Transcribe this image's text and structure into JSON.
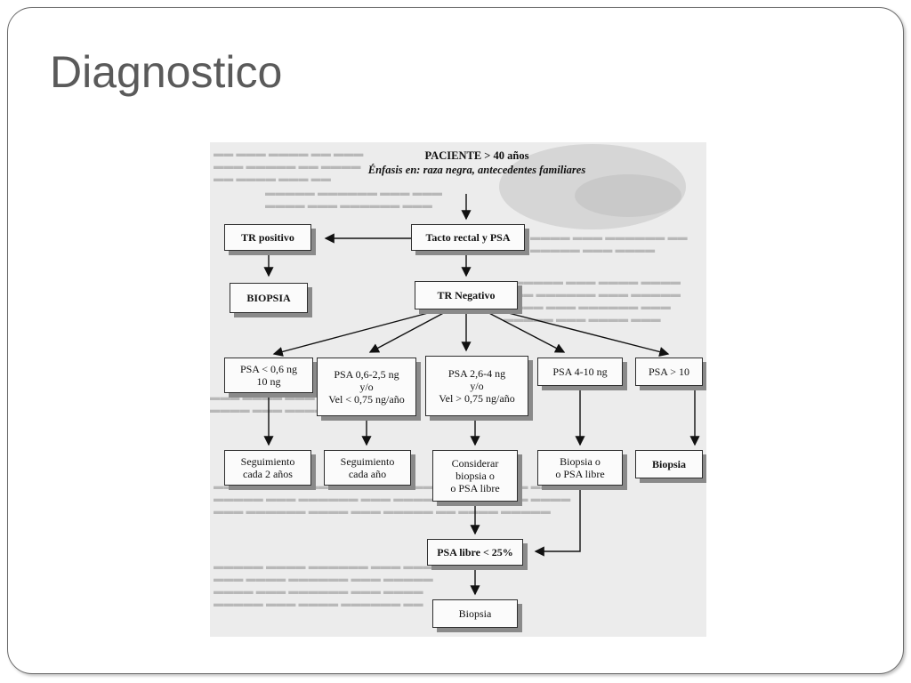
{
  "slide": {
    "title": "Diagnostico"
  },
  "flowchart": {
    "header": {
      "line1": "PACIENTE > 40 años",
      "line2": "Énfasis en: raza negra, antecedentes familiares"
    },
    "nodes": {
      "tacto": "Tacto rectal y PSA",
      "tr_positivo": "TR positivo",
      "biopsia_top": "BIOPSIA",
      "tr_negativo": "TR Negativo",
      "psa_a": "PSA < 0,6 ng\n10 ng",
      "psa_b": "PSA 0,6-2,5 ng\ny/o\nVel < 0,75 ng/año",
      "psa_c": "PSA 2,6-4 ng\ny/o\nVel > 0,75 ng/año",
      "psa_d": "PSA 4-10 ng",
      "psa_e": "PSA > 10",
      "out_a": "Seguimiento\ncada 2 años",
      "out_b": "Seguimiento\ncada año",
      "out_c": "Considerar\nbiopsia o\no PSA libre",
      "out_d": "Biopsia o\no PSA libre",
      "out_e": "Biopsia",
      "psa_libre": "PSA libre < 25%",
      "biopsia_final": "Biopsia"
    }
  }
}
